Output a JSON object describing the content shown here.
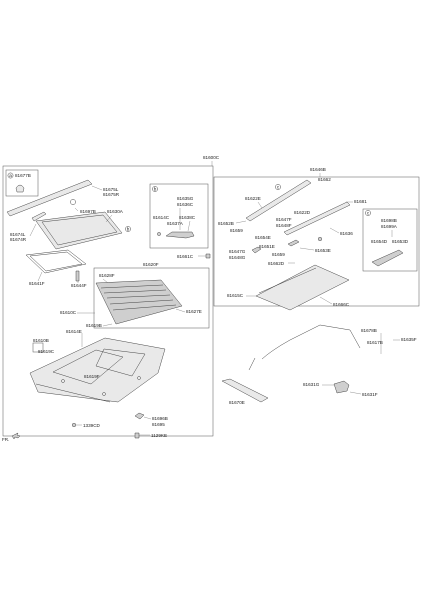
{
  "diagram": {
    "main_part": "81600C",
    "front_indicator": "FR.",
    "callout_letters": [
      "a",
      "b",
      "c"
    ],
    "sections": {
      "top_left": [
        "81677B",
        "81675L",
        "81675R",
        "81697B",
        "81630A",
        "81674L",
        "81674R",
        "81641F",
        "81644F"
      ],
      "inset_b": [
        "81635G",
        "81636C",
        "81638C",
        "81614C",
        "81637A"
      ],
      "frame": [
        "81620F",
        "81628F",
        "81627E",
        "81610C",
        "81619B",
        "81614E",
        "81610B",
        "81619C",
        "81619F"
      ],
      "bottom_left": [
        "1339CD",
        "81696B",
        "81695",
        "1129KE"
      ],
      "right_group": [
        "81646B",
        "81662",
        "81622E",
        "81681",
        "81652B",
        "81659",
        "81647F",
        "81648F",
        "81622D",
        "81654E",
        "81636",
        "81651E",
        "81653E",
        "81647G",
        "81648G",
        "81662D",
        "81615C",
        "81666C",
        "81661C"
      ],
      "inset_c": [
        "81698B",
        "81699A",
        "81654D",
        "81653D"
      ],
      "lower_right": [
        "81678B",
        "81635F",
        "81617B",
        "81631G",
        "81631F",
        "81670E"
      ]
    }
  }
}
